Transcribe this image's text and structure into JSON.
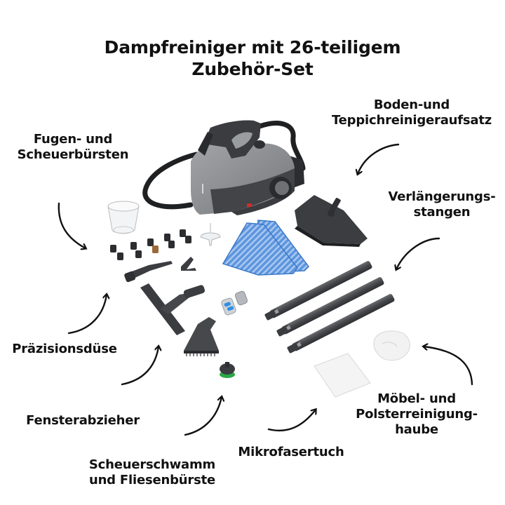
{
  "title": {
    "line1": "Dampfreiniger mit 26-teiligem",
    "line2": "Zubehör-Set"
  },
  "labels": {
    "fugen": {
      "line1": "Fugen- und",
      "line2": "Scheuerbürsten"
    },
    "boden": {
      "line1": "Boden-und",
      "line2": "Teppichreinigeraufsatz"
    },
    "verlaengerung": {
      "line1": "Verlängerungs-",
      "line2": "stangen"
    },
    "praezision": {
      "line1": "Präzisionsdüse"
    },
    "fenster": {
      "line1": "Fensterabzieher"
    },
    "scheuerschwamm": {
      "line1": "Scheuerschwamm",
      "line2": "und Fliesenbürste"
    },
    "mikrofaser": {
      "line1": "Mikrofasertuch"
    },
    "moebel": {
      "line1": "Möbel- und",
      "line2": "Polsterreinigung-",
      "line3": "haube"
    }
  },
  "products": [
    "steam-cleaner-main-unit",
    "measuring-cup",
    "funnel",
    "nylon-brush-nozzles",
    "brass-brush-nozzle",
    "precision-nozzle",
    "angled-nozzle",
    "window-squeegee",
    "triangle-brush",
    "scrub-pad-tile-brush",
    "floor-carpet-head",
    "microfiber-pads",
    "extension-rods",
    "microfiber-cloth",
    "upholstery-bonnet",
    "spare-seals"
  ],
  "colors": {
    "unit_body": "#8a8d90",
    "unit_dark": "#3c3e41",
    "accessory": "#4a4c4f",
    "pad_blue": "#4a86d6",
    "seal_blue": "#2d8fe6",
    "brush_green": "#29a845",
    "switch_red": "#d42a2a",
    "text": "#111111"
  }
}
